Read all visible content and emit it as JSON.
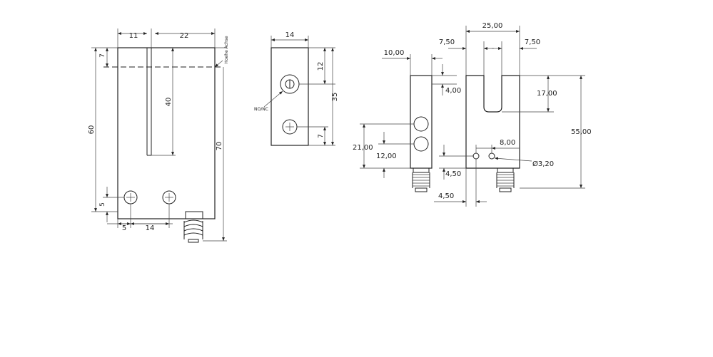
{
  "view_left": {
    "dim_top_left": "11",
    "dim_top_right": "22",
    "dim_height_60": "60",
    "dim_slot_40": "40",
    "dim_total_70": "70",
    "dim_top_offset": "7",
    "dim_hole_vert": "5",
    "dim_bottom_5": "5",
    "dim_bottom_14": "14",
    "note_axis": "Hoehe Achse"
  },
  "view_middle": {
    "dim_width_14": "14",
    "dim_12": "12",
    "dim_35": "35",
    "dim_7": "7",
    "label_no_nc": "NO/NC"
  },
  "view_side": {
    "dim_10": "10,00",
    "dim_4_top": "4,00",
    "dim_21": "21,00",
    "dim_12": "12,00"
  },
  "view_right": {
    "dim_25": "25,00",
    "dim_750_left": "7,50",
    "dim_750_right": "7,50",
    "dim_17": "17,00",
    "dim_55": "55,00",
    "dim_8": "8,00",
    "dim_dia": "Ø3,20",
    "dim_450_a": "4,50",
    "dim_450_b": "4,50"
  }
}
